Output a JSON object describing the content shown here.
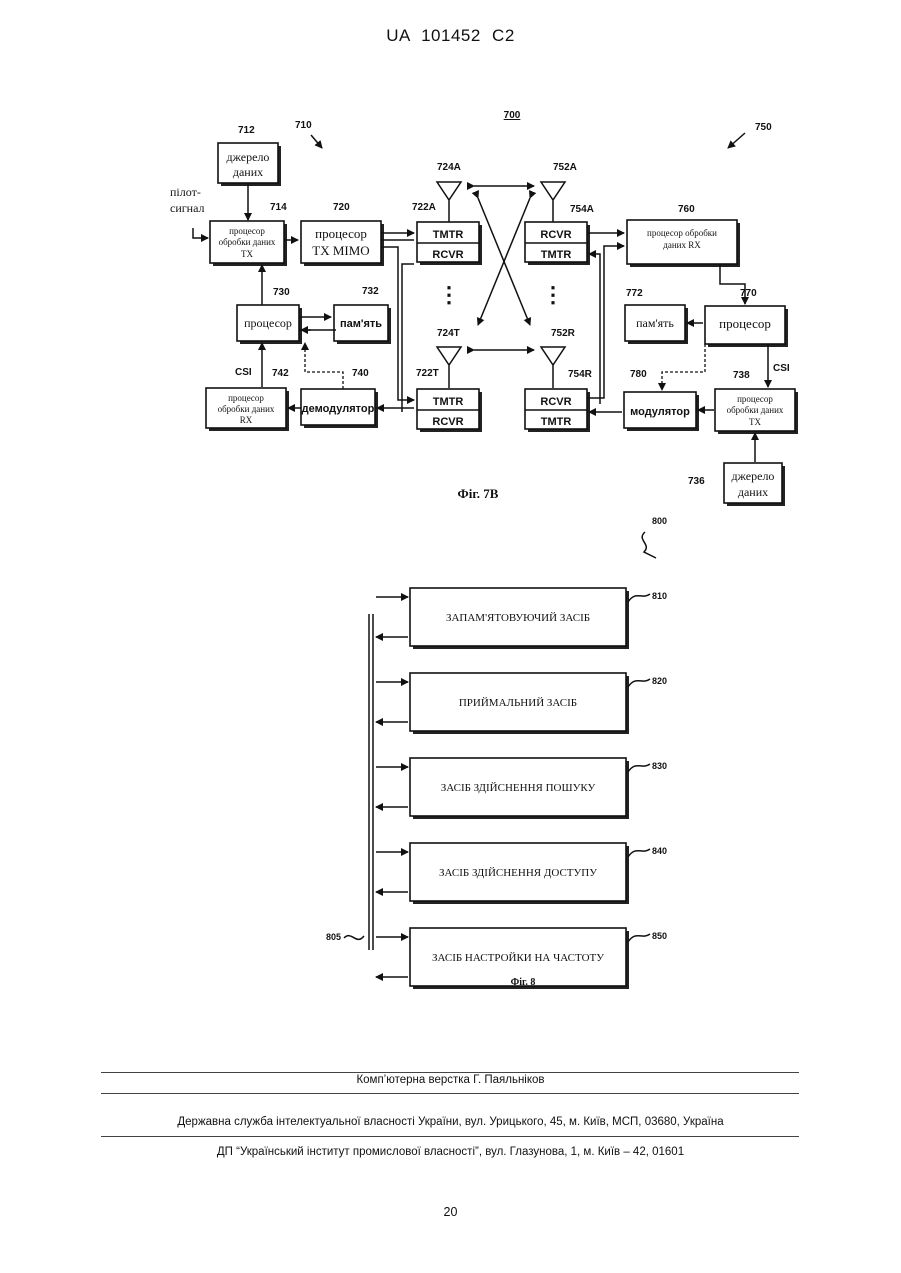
{
  "header": {
    "doc_number": "UA   101452   C2"
  },
  "fig7b": {
    "caption": "Фіг. 7B",
    "refs": {
      "r700": "700",
      "r710": "710",
      "r750": "750",
      "r712": "712",
      "r714": "714",
      "r720": "720",
      "r722A": "722A",
      "r724A": "724A",
      "r752A": "752A",
      "r754A": "754A",
      "r760": "760",
      "r770": "770",
      "r772": "772",
      "r730": "730",
      "r732": "732",
      "r724T": "724T",
      "r752R": "752R",
      "r742": "742",
      "r740": "740",
      "r722T": "722T",
      "r754R": "754R",
      "r780": "780",
      "r738": "738",
      "r736": "736"
    },
    "labels": {
      "data_source_1": "джерело",
      "data_source_2": "даних",
      "pilot_1": "пілот-",
      "pilot_2": "сигнал",
      "tx_proc_1": "процесор",
      "tx_proc_2": "обробки даних",
      "tx_proc_3": "TX",
      "tx_mimo_1": "процесор",
      "tx_mimo_2": "TX MIMO",
      "tmtr": "TMTR",
      "rcvr": "RCVR",
      "rx_proc_1": "процесор обробки",
      "rx_proc_2": "даних RX",
      "processor": "процесор",
      "memory": "пам'ять",
      "csi": "CSI",
      "rx_proc_left_1": "процесор",
      "rx_proc_left_2": "обробки даних",
      "rx_proc_left_3": "RX",
      "demodulator": "демодулятор",
      "modulator": "модулятор",
      "tx_proc_right_1": "процесор",
      "tx_proc_right_2": "обробки даних",
      "tx_proc_right_3": "TX",
      "dots": "⋮"
    }
  },
  "fig8": {
    "caption": "Фіг. 8",
    "ref_main": "800",
    "ref_bus": "805",
    "blocks": [
      {
        "label": "ЗАПАМ'ЯТОВУЮЧИЙ ЗАСІБ",
        "ref": "810"
      },
      {
        "label": "ПРИЙМАЛЬНИЙ ЗАСІБ",
        "ref": "820"
      },
      {
        "label": "ЗАСІБ ЗДІЙСНЕННЯ ПОШУКУ",
        "ref": "830"
      },
      {
        "label": "ЗАСІБ ЗДІЙСНЕННЯ ДОСТУПУ",
        "ref": "840"
      },
      {
        "label": "ЗАСІБ НАСТРОЙКИ НА ЧАСТОТУ",
        "ref": "850"
      }
    ]
  },
  "footer": {
    "layout_credit": "Комп’ютерна верстка Г. Паяльніков",
    "agency": "Державна служба інтелектуальної власності України, вул. Урицького, 45, м. Київ, МСП, 03680, Україна",
    "institute": "ДП “Український інститут промислової власності”, вул. Глазунова, 1, м. Київ – 42, 01601",
    "page_number": "20"
  }
}
